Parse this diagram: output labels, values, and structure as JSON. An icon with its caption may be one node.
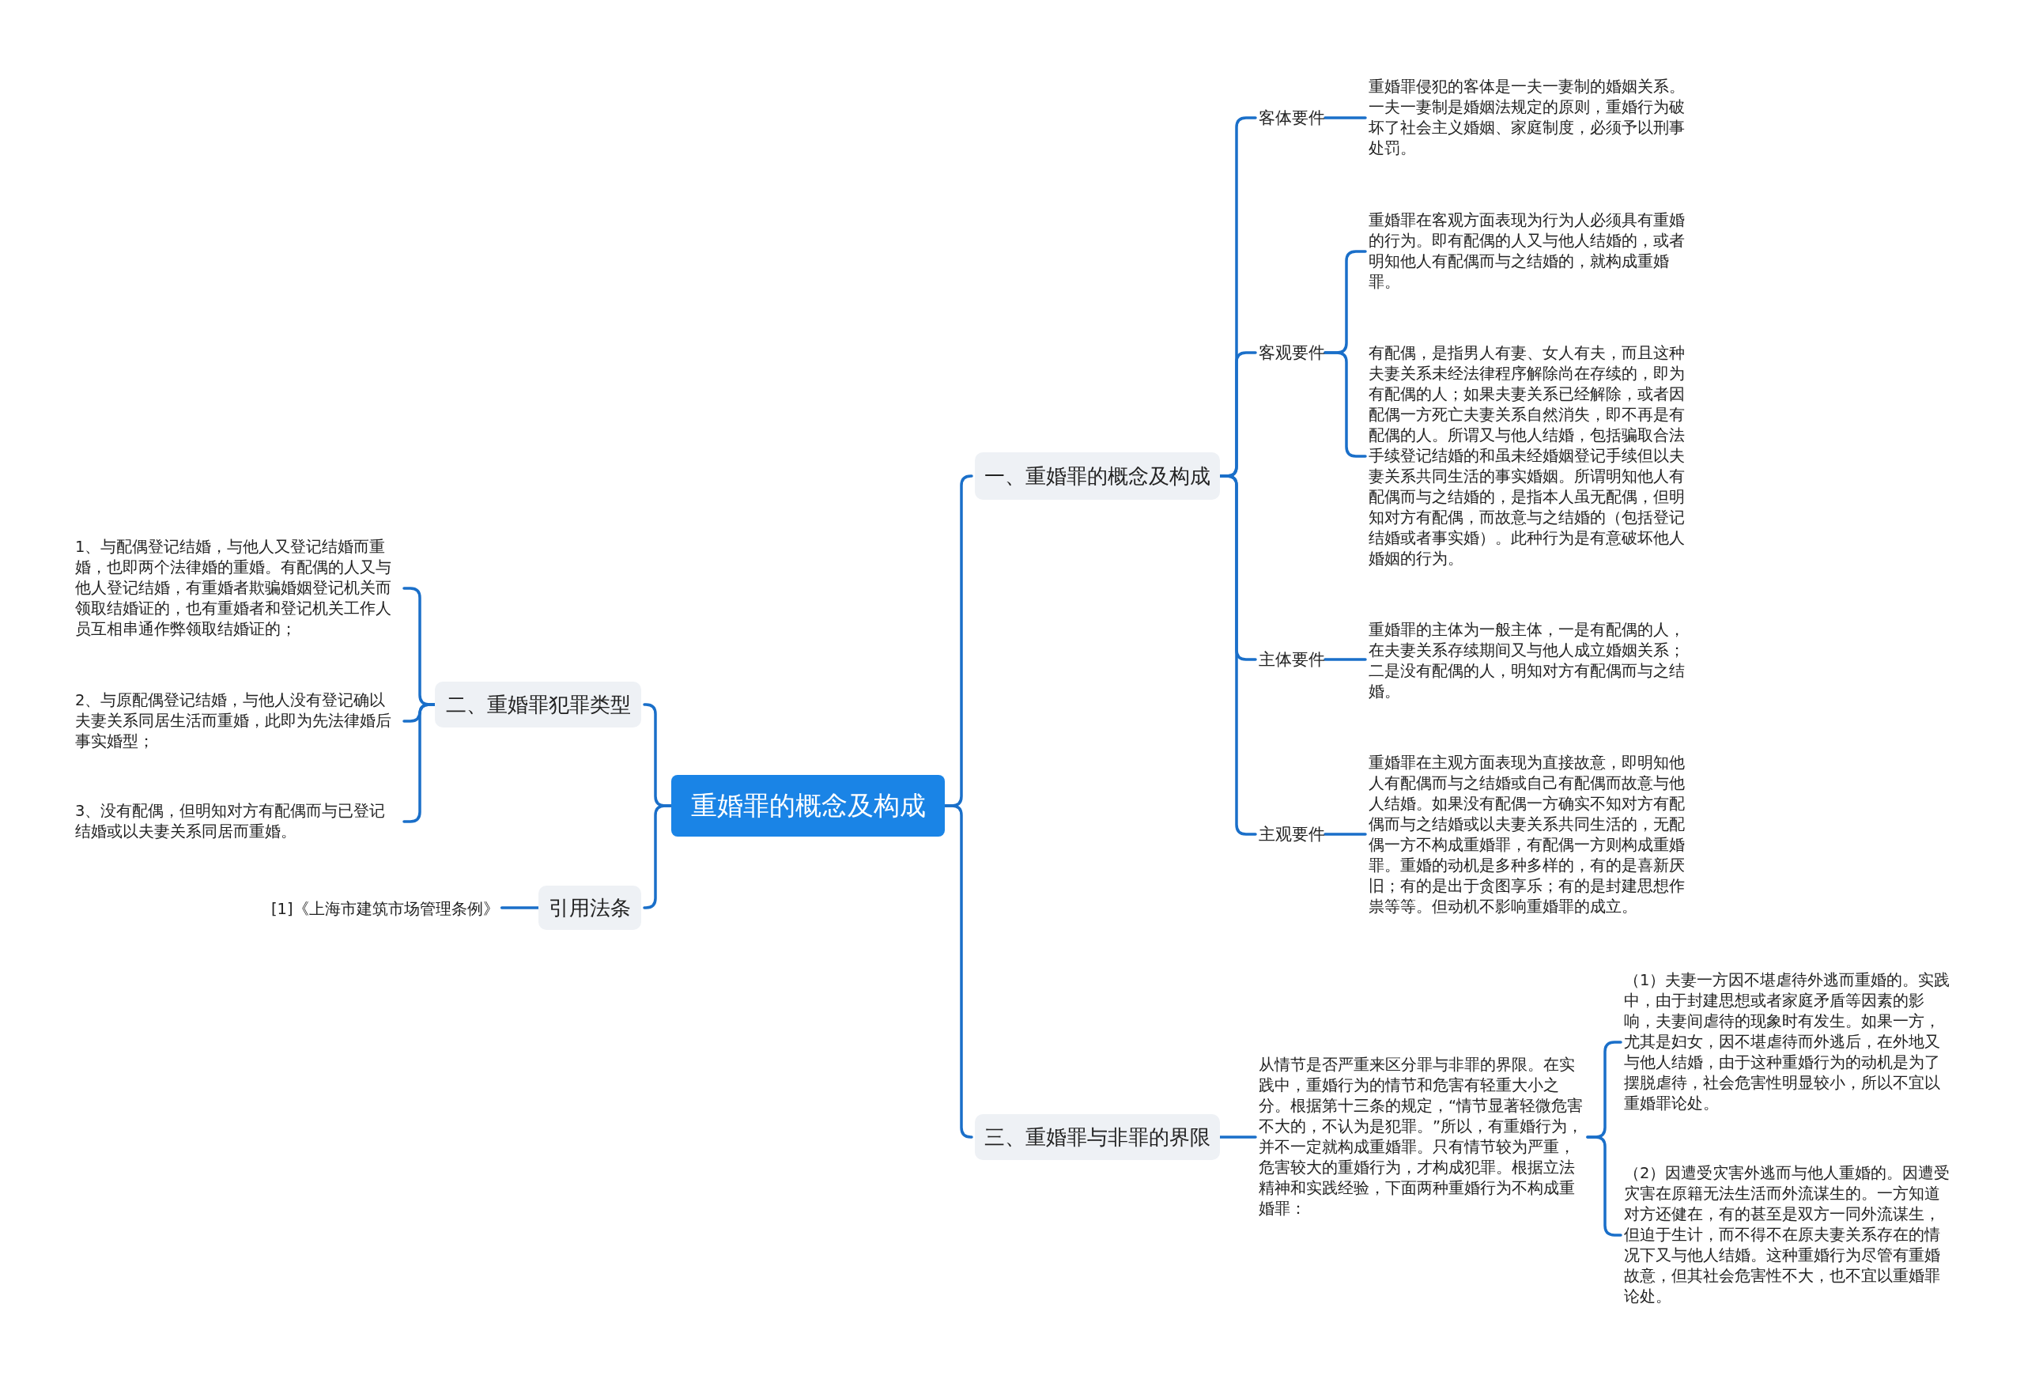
{
  "diagram": {
    "nodes": [
      {
        "text": [
          "重婚罪的概念及构成"
        ]
      },
      {
        "text": [
          "一、重婚罪的概念及构成"
        ]
      },
      {
        "text": [
          "客体要件"
        ]
      },
      {
        "text": [
          "重婚罪侵犯的客体是一夫一妻制的婚姻关系。一夫一妻制是婚姻法规定的原则，重婚行为破坏了社会主义婚姻、家庭制度，必须予以刑事处罚。"
        ]
      },
      {
        "text": [
          "客观要件"
        ]
      },
      {
        "text": [
          "重婚罪在客观方面表现为行为人必须具有重婚的行为。即有配偶的人又与他人结婚的，或者明知他人有配偶而与之结婚的，就构成重婚罪。"
        ]
      },
      {
        "text": [
          "有配偶，是指男人有妻、女人有夫，而且这种夫妻关系未经法律程序解除尚在存续的，即为有配偶的人；如果夫妻关系已经解除，或者因配偶一方死亡夫妻关系自然消失，即不再是有配偶的人。所谓又与他人结婚，包括骗取合法手续登记结婚的和虽未经婚姻登记手续但以夫妻关系共同生活的事实婚姻。所谓明知他人有配偶而与之结婚的，是指本人虽无配偶，但明知对方有配偶，而故意与之结婚的（包括登记结婚或者事实婚）。此种行为是有意破坏他人婚姻的行为。"
        ]
      },
      {
        "text": [
          "主体要件"
        ]
      },
      {
        "text": [
          "重婚罪的主体为一般主体，一是有配偶的人，在夫妻关系存续期间又与他人成立婚姻关系；二是没有配偶的人，明知对方有配偶而与之结婚。"
        ]
      },
      {
        "text": [
          "主观要件"
        ]
      },
      {
        "text": [
          "重婚罪在主观方面表现为直接故意，即明知他人有配偶而与之结婚或自己有配偶而故意与他人结婚。如果没有配偶一方确实不知对方有配偶而与之结婚或以夫妻关系共同生活的，无配偶一方不构成重婚罪，有配偶一方则构成重婚罪。重婚的动机是多种多样的，有的是喜新厌旧；有的是出于贪图享乐；有的是封建思想作祟等等。但动机不影响重婚罪的成立。"
        ]
      },
      {
        "text": [
          "三、重婚罪与非罪的界限"
        ]
      },
      {
        "text": [
          "从情节是否严重来区分罪与非罪的界限。在实践中，重婚行为的情节和危害有轻重大小之分。根据第十三条的规定，“情节显著轻微危害不大的，不认为是犯罪。”所以，有重婚行为，并不一定就构成重婚罪。只有情节较为严重，危害较大的重婚行为，才构成犯罪。根据立法精神和实践经验，下面两种重婚行为不构成重婚罪："
        ]
      },
      {
        "text": [
          "（1）夫妻一方因不堪虐待外逃而重婚的。实践中，由于封建思想或者家庭矛盾等因素的影响，夫妻间虐待的现象时有发生。如果一方，尤其是妇女，因不堪虐待而外逃后，在外地又与他人结婚，由于这种重婚行为的动机是为了摆脱虐待，社会危害性明显较小，所以不宜以重婚罪论处。"
        ]
      },
      {
        "text": [
          "（2）因遭受灾害外逃而与他人重婚的。因遭受灾害在原籍无法生活而外流谋生的。一方知道对方还健在，有的甚至是双方一同外流谋生，但迫于生计，而不得不在原夫妻关系存在的情况下又与他人结婚。这种重婚行为尽管有重婚故意，但其社会危害性不大，也不宜以重婚罪论处。"
        ]
      },
      {
        "text": [
          "二、重婚罪犯罪类型"
        ]
      },
      {
        "text": [
          "1、与配偶登记结婚，与他人又登记结婚而重婚，也即两个法律婚的重婚。有配偶的人又与他人登记结婚，有重婚者欺骗婚姻登记机关而领取结婚证的，也有重婚者和登记机关工作人员互相串通作弊领取结婚证的；"
        ]
      },
      {
        "text": [
          "2、与原配偶登记结婚，与他人没有登记确以夫妻关系同居生活而重婚，此即为先法律婚后事实婚型；"
        ]
      },
      {
        "text": [
          "3、没有配偶，但明知对方有配偶而与已登记结婚或以夫妻关系同居而重婚。"
        ]
      },
      {
        "text": [
          "引用法条"
        ]
      },
      {
        "text": [
          "[1]《上海市建筑市场管理条例》"
        ]
      }
    ],
    "edges": [
      {
        "from": 0,
        "to": 1,
        "arrow": "none"
      },
      {
        "from": 0,
        "to": 11,
        "arrow": "none"
      },
      {
        "from": 0,
        "to": 15,
        "arrow": "none"
      },
      {
        "from": 0,
        "to": 19,
        "arrow": "none"
      },
      {
        "from": 1,
        "to": 2,
        "arrow": "none"
      },
      {
        "from": 1,
        "to": 4,
        "arrow": "none"
      },
      {
        "from": 1,
        "to": 7,
        "arrow": "none"
      },
      {
        "from": 1,
        "to": 9,
        "arrow": "none"
      },
      {
        "from": 2,
        "to": 3,
        "arrow": "none"
      },
      {
        "from": 4,
        "to": 5,
        "arrow": "none"
      },
      {
        "from": 4,
        "to": 6,
        "arrow": "none"
      },
      {
        "from": 7,
        "to": 8,
        "arrow": "none"
      },
      {
        "from": 9,
        "to": 10,
        "arrow": "none"
      },
      {
        "from": 11,
        "to": 12,
        "arrow": "none"
      },
      {
        "from": 12,
        "to": 13,
        "arrow": "none"
      },
      {
        "from": 12,
        "to": 14,
        "arrow": "none"
      },
      {
        "from": 15,
        "to": 16,
        "arrow": "none"
      },
      {
        "from": 15,
        "to": 17,
        "arrow": "none"
      },
      {
        "from": 15,
        "to": 18,
        "arrow": "none"
      },
      {
        "from": 19,
        "to": 20,
        "arrow": "none"
      }
    ]
  }
}
